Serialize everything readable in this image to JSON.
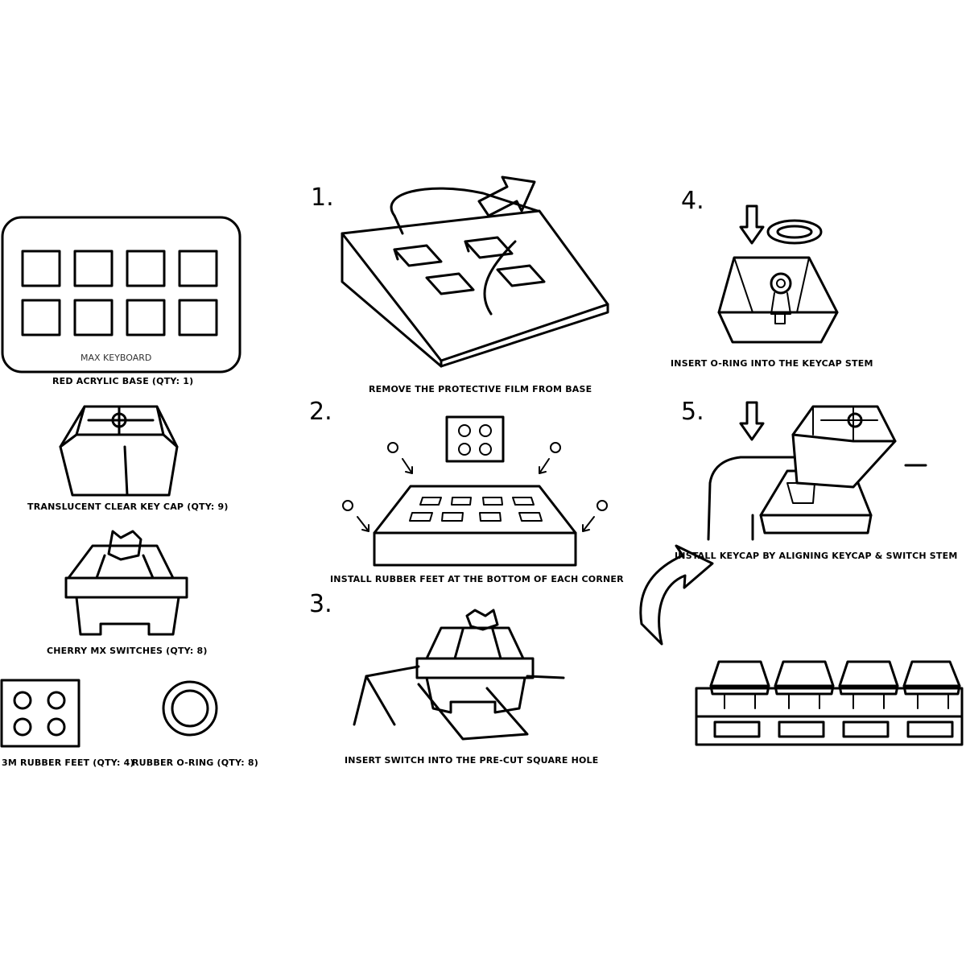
{
  "parts": {
    "base_brand": "MAX KEYBOARD",
    "base_label": "RED ACRYLIC BASE (QTY: 1)",
    "keycap_label": "TRANSLUCENT CLEAR KEY CAP (QTY: 9)",
    "switch_label": "CHERRY MX SWITCHES (QTY: 8)",
    "feet_label": "3M RUBBER FEET (QTY: 4)",
    "oring_label": "RUBBER O-RING (QTY: 8)"
  },
  "steps": [
    {
      "number": "1.",
      "text": "REMOVE THE PROTECTIVE FILM FROM BASE"
    },
    {
      "number": "2.",
      "text": "INSTALL RUBBER FEET AT THE BOTTOM OF EACH CORNER"
    },
    {
      "number": "3.",
      "text": "INSERT SWITCH INTO THE PRE-CUT SQUARE HOLE"
    },
    {
      "number": "4.",
      "text": "INSERT O-RING INTO THE KEYCAP STEM"
    },
    {
      "number": "5.",
      "text": "INSTALL KEYCAP BY ALIGNING KEYCAP & SWITCH STEM"
    }
  ]
}
